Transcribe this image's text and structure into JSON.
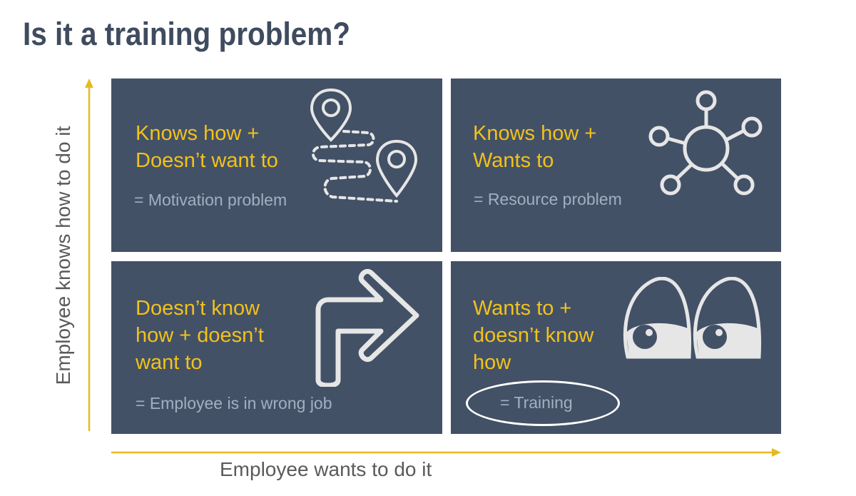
{
  "title": "Is it a training problem?",
  "axes": {
    "y_label": "Employee knows how to do it",
    "x_label": "Employee wants to do it",
    "color": "#e8b923"
  },
  "quadrants": {
    "top_left": {
      "heading": "Knows how +\nDoesn’t want to",
      "result": "= Motivation problem",
      "icon": "route-map-pins-icon"
    },
    "top_right": {
      "heading": "Knows how +\nWants to",
      "result": "= Resource problem",
      "icon": "network-hub-icon"
    },
    "bottom_left": {
      "heading": "Doesn’t know\nhow + doesn’t\nwant to",
      "result": "= Employee is in wrong job",
      "icon": "turn-right-arrow-icon"
    },
    "bottom_right": {
      "heading": "Wants to +\ndoesn’t know\nhow",
      "result": "= Training",
      "icon": "looking-eyes-icon",
      "highlighted": true
    }
  },
  "colors": {
    "title": "#3f4b5e",
    "quadrant_bg": "#435167",
    "heading": "#f2c21a",
    "result_text": "#a3afc1",
    "icon": "#e6e6e6"
  }
}
